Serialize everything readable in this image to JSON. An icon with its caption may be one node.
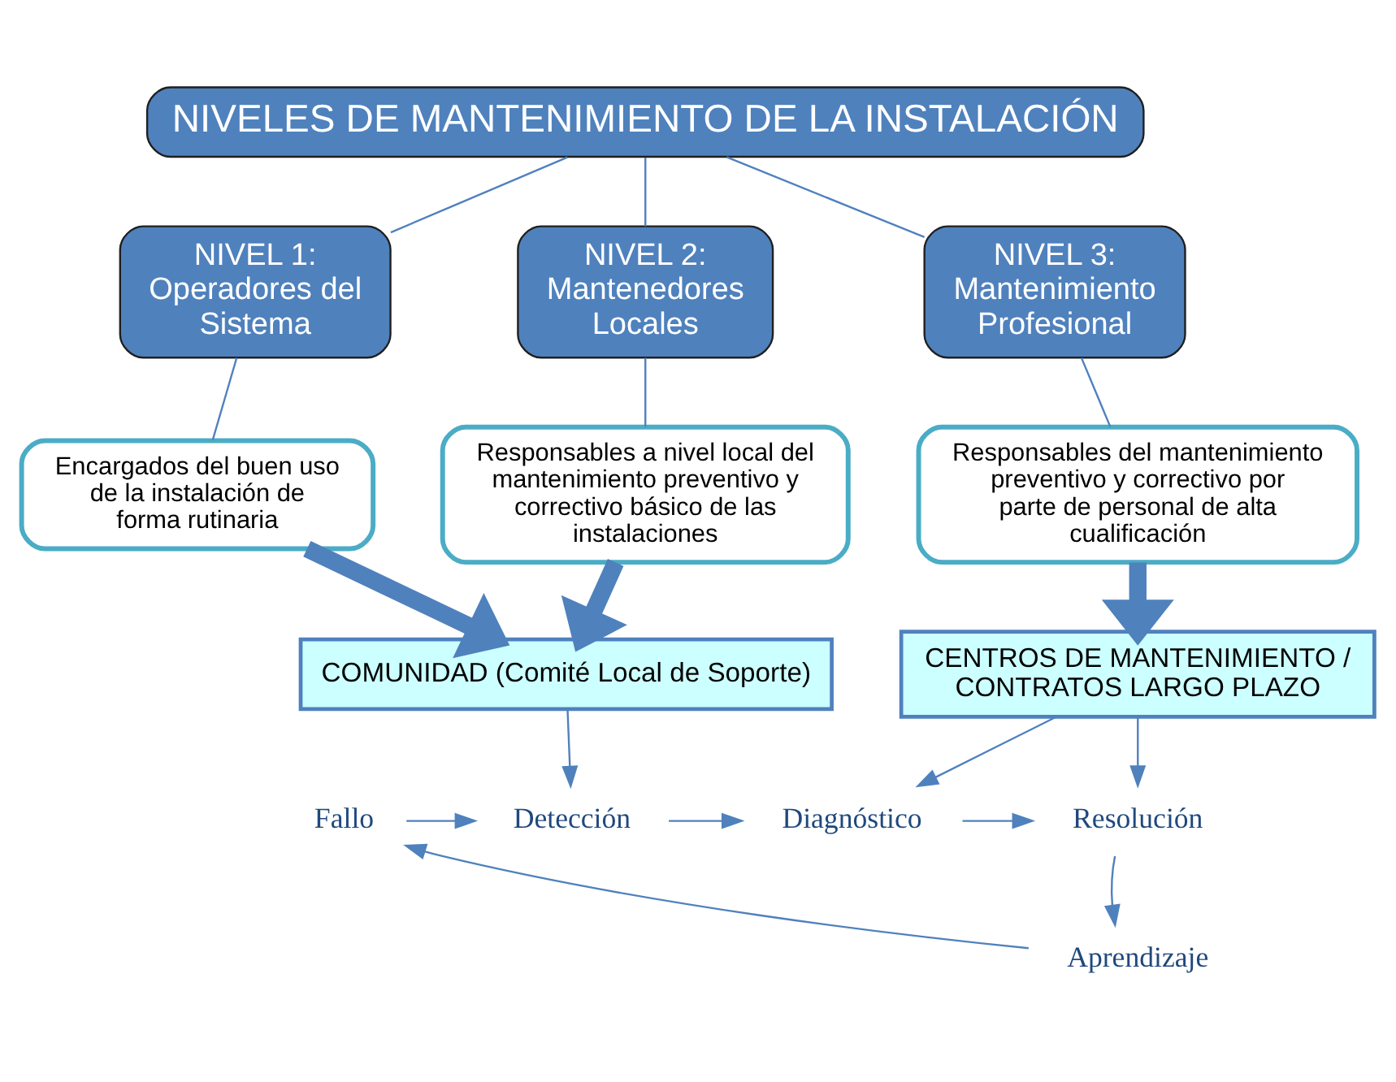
{
  "diagram": {
    "nodes": [
      {
        "text": [
          "NIVELES DE MANTENIMIENTO DE LA INSTALACIÓN"
        ]
      },
      {
        "text": [
          "NIVEL 1: Operadores del Sistema"
        ]
      },
      {
        "text": [
          "Encargados del buen uso de la instalación de forma rutinaria"
        ]
      },
      {
        "text": [
          "NIVEL 2: Mantenedores Locales"
        ]
      },
      {
        "text": [
          "Responsables a nivel local del mantenimiento preventivo y correctivo básico de las instalaciones"
        ]
      },
      {
        "text": [
          "NIVEL 3: Mantenimiento Profesional"
        ]
      },
      {
        "text": [
          "Responsables del mantenimiento preventivo y correctivo por parte de personal de alta cualificación"
        ]
      },
      {
        "text": [
          "COMUNIDAD (Comité Local de Soporte)"
        ]
      },
      {
        "text": [
          "CENTROS DE MANTENIMIENTO / CONTRATOS LARGO PLAZO"
        ]
      },
      {
        "text": [
          "Fallo"
        ]
      },
      {
        "text": [
          "Detección"
        ]
      },
      {
        "text": [
          "Diagnóstico"
        ]
      },
      {
        "text": [
          "Resolución"
        ]
      },
      {
        "text": [
          "Aprendizaje"
        ]
      }
    ],
    "edges": [
      {
        "from": 0,
        "to": 1,
        "arrow": "none"
      },
      {
        "from": 0,
        "to": 3,
        "arrow": "none"
      },
      {
        "from": 0,
        "to": 5,
        "arrow": "none"
      },
      {
        "from": 1,
        "to": 2,
        "arrow": "none"
      },
      {
        "from": 3,
        "to": 4,
        "arrow": "none"
      },
      {
        "from": 5,
        "to": 6,
        "arrow": "none"
      },
      {
        "from": 2,
        "to": 7,
        "arrow": "to",
        "style": "thick"
      },
      {
        "from": 4,
        "to": 7,
        "arrow": "to",
        "style": "thick"
      },
      {
        "from": 6,
        "to": 8,
        "arrow": "to",
        "style": "thick"
      },
      {
        "from": 7,
        "to": 10,
        "arrow": "to"
      },
      {
        "from": 8,
        "to": 11,
        "arrow": "to"
      },
      {
        "from": 8,
        "to": 12,
        "arrow": "to"
      },
      {
        "from": 9,
        "to": 10,
        "arrow": "to"
      },
      {
        "from": 10,
        "to": 11,
        "arrow": "to"
      },
      {
        "from": 11,
        "to": 12,
        "arrow": "to"
      },
      {
        "from": 12,
        "to": 13,
        "arrow": "to"
      },
      {
        "from": 13,
        "to": 9,
        "arrow": "to"
      }
    ]
  }
}
